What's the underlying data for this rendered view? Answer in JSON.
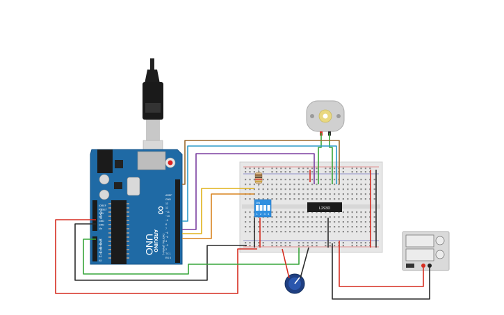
{
  "arduino": {
    "brand": "ARDUINO",
    "model": "UNO",
    "logo_symbol": "∞",
    "digital_label": "DIGITAL (PWM~)",
    "pin_labels_right": [
      "AREF",
      "GND",
      "13",
      "12",
      "~11",
      "~10",
      "~9",
      "8",
      "7",
      "~6",
      "~5",
      "4",
      "~3",
      "2",
      "TX 1",
      "RX 0"
    ],
    "power_labels": [
      "IOREF",
      "RESET",
      "3.3V",
      "5V",
      "GND",
      "GND",
      "Vin"
    ],
    "analog_labels": [
      "A0",
      "A1",
      "A2",
      "A3",
      "A4",
      "A5"
    ],
    "power_header_label": "POWER",
    "analog_header_label": "ANALOG IN"
  },
  "dip_switch": {
    "label": "ON",
    "positions": [
      "1",
      "2",
      "3",
      "4"
    ]
  },
  "ic": {
    "label": "L293D"
  },
  "power_supply": {
    "display_top": "",
    "display_bottom": ""
  },
  "colors": {
    "board": "#1f6aa5",
    "breadboard": "#e7e7e7",
    "wire_red": "#d62d20",
    "wire_black": "#2b2b2b",
    "wire_green": "#37a53a",
    "wire_blue": "#2c9ac9",
    "wire_brown": "#9b6a2e",
    "wire_purple": "#7b3fa0",
    "wire_yellow": "#e0b21a",
    "wire_orange": "#d9831f"
  }
}
